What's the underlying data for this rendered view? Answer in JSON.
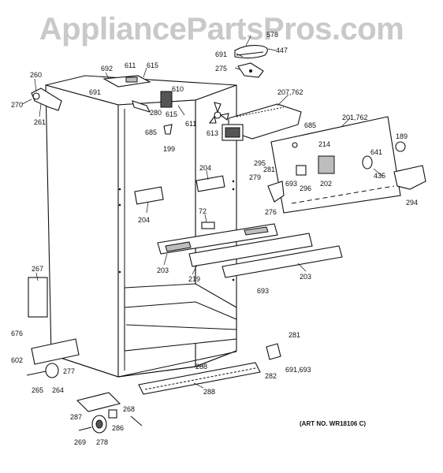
{
  "watermark": "AppliancePartsPros.com",
  "art_number": "(ART NO. WR18106 C)",
  "callouts": [
    {
      "id": "578"
    },
    {
      "id": "447"
    },
    {
      "id": "691"
    },
    {
      "id": "275"
    },
    {
      "id": "260"
    },
    {
      "id": "270"
    },
    {
      "id": "261"
    },
    {
      "id": "692"
    },
    {
      "id": "611"
    },
    {
      "id": "615"
    },
    {
      "id": "691"
    },
    {
      "id": "610"
    },
    {
      "id": "615"
    },
    {
      "id": "280"
    },
    {
      "id": "611"
    },
    {
      "id": "613"
    },
    {
      "id": "207,762"
    },
    {
      "id": "685"
    },
    {
      "id": "201,762"
    },
    {
      "id": "685"
    },
    {
      "id": "199"
    },
    {
      "id": "214"
    },
    {
      "id": "189"
    },
    {
      "id": "295"
    },
    {
      "id": "641"
    },
    {
      "id": "281"
    },
    {
      "id": "204"
    },
    {
      "id": "279"
    },
    {
      "id": "693"
    },
    {
      "id": "296"
    },
    {
      "id": "202"
    },
    {
      "id": "435"
    },
    {
      "id": "204"
    },
    {
      "id": "276"
    },
    {
      "id": "294"
    },
    {
      "id": "72"
    },
    {
      "id": "203"
    },
    {
      "id": "219"
    },
    {
      "id": "203"
    },
    {
      "id": "267"
    },
    {
      "id": "693"
    },
    {
      "id": "676"
    },
    {
      "id": "281"
    },
    {
      "id": "602"
    },
    {
      "id": "277"
    },
    {
      "id": "288"
    },
    {
      "id": "282"
    },
    {
      "id": "691,693"
    },
    {
      "id": "265"
    },
    {
      "id": "264"
    },
    {
      "id": "288"
    },
    {
      "id": "268"
    },
    {
      "id": "287"
    },
    {
      "id": "286"
    },
    {
      "id": "269"
    },
    {
      "id": "278"
    }
  ]
}
